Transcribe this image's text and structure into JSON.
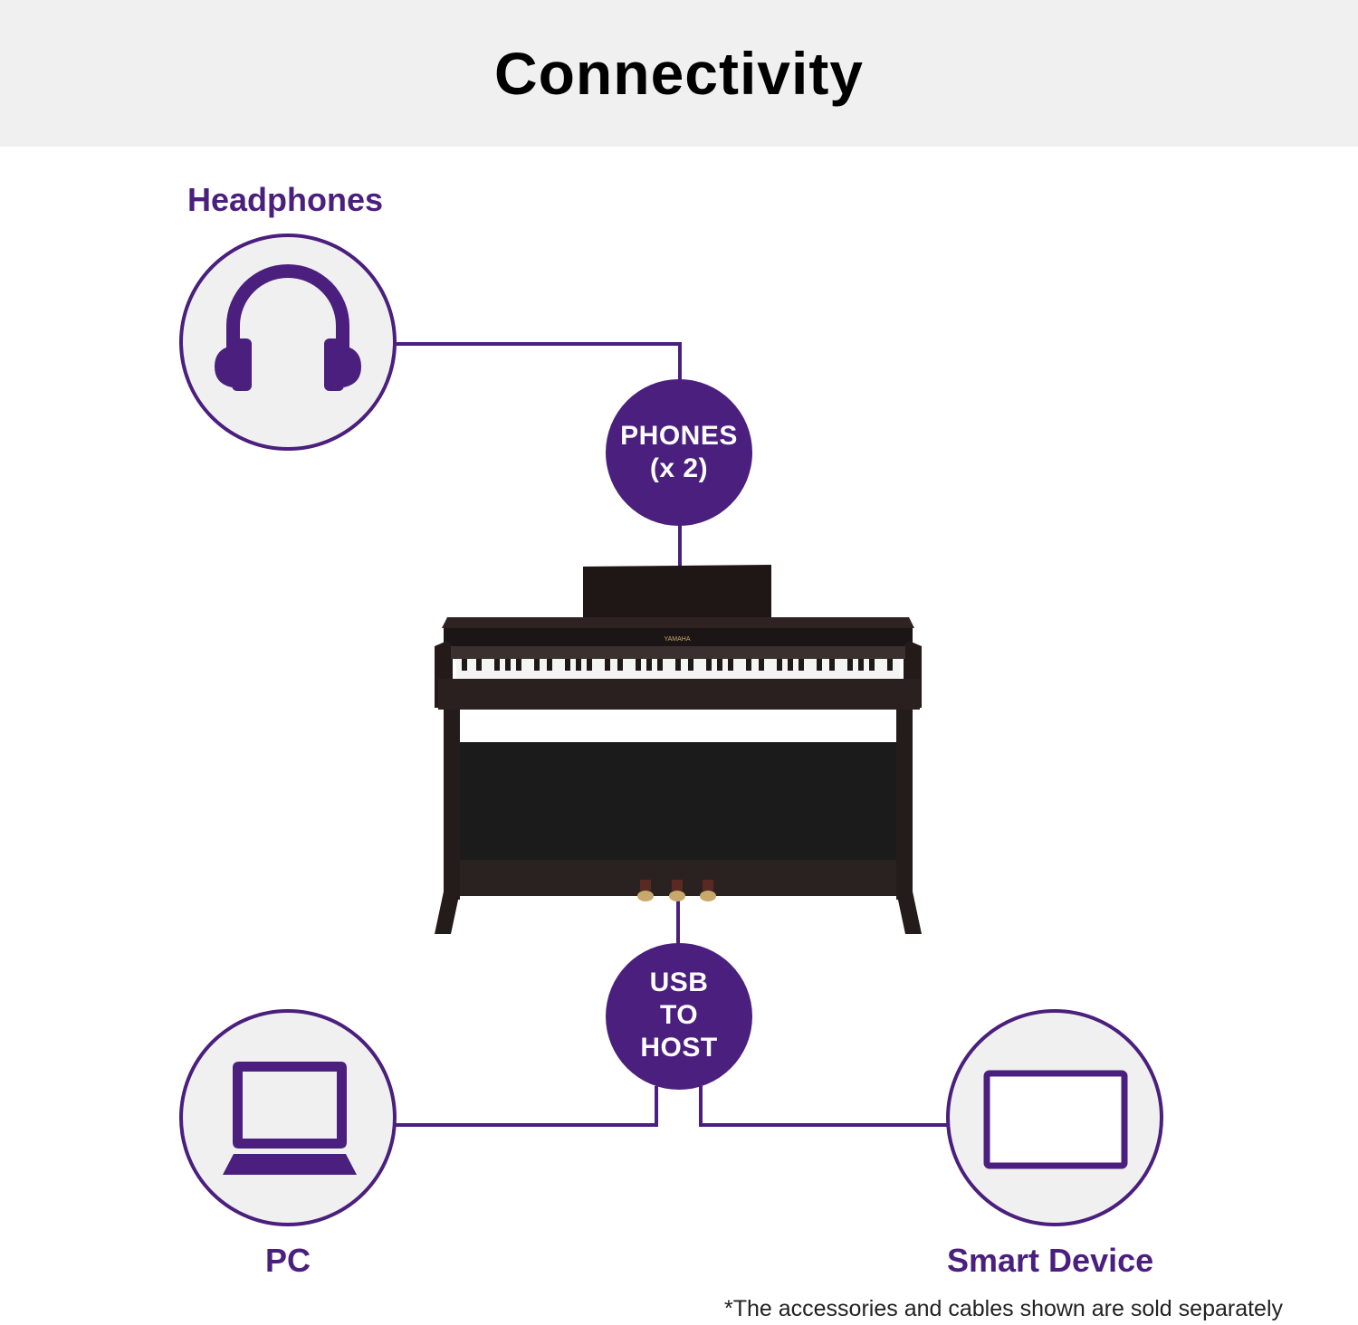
{
  "title": "Connectivity",
  "devices": {
    "headphones": {
      "label": "Headphones",
      "icon": "headphones-icon"
    },
    "pc": {
      "label": "PC",
      "icon": "laptop-icon"
    },
    "smart_device": {
      "label": "Smart Device",
      "icon": "tablet-icon"
    }
  },
  "ports": {
    "phones": {
      "line1": "PHONES",
      "line2": "(x 2)"
    },
    "usb": {
      "line1": "USB",
      "line2": "TO",
      "line3": "HOST"
    }
  },
  "piano": {
    "brand": "YAMAHA"
  },
  "footnote": "*The accessories and cables shown are sold separately",
  "colors": {
    "accent": "#4a1f7d",
    "icon_bg": "#f0f0f0",
    "header_bg": "#f0f0f0"
  }
}
